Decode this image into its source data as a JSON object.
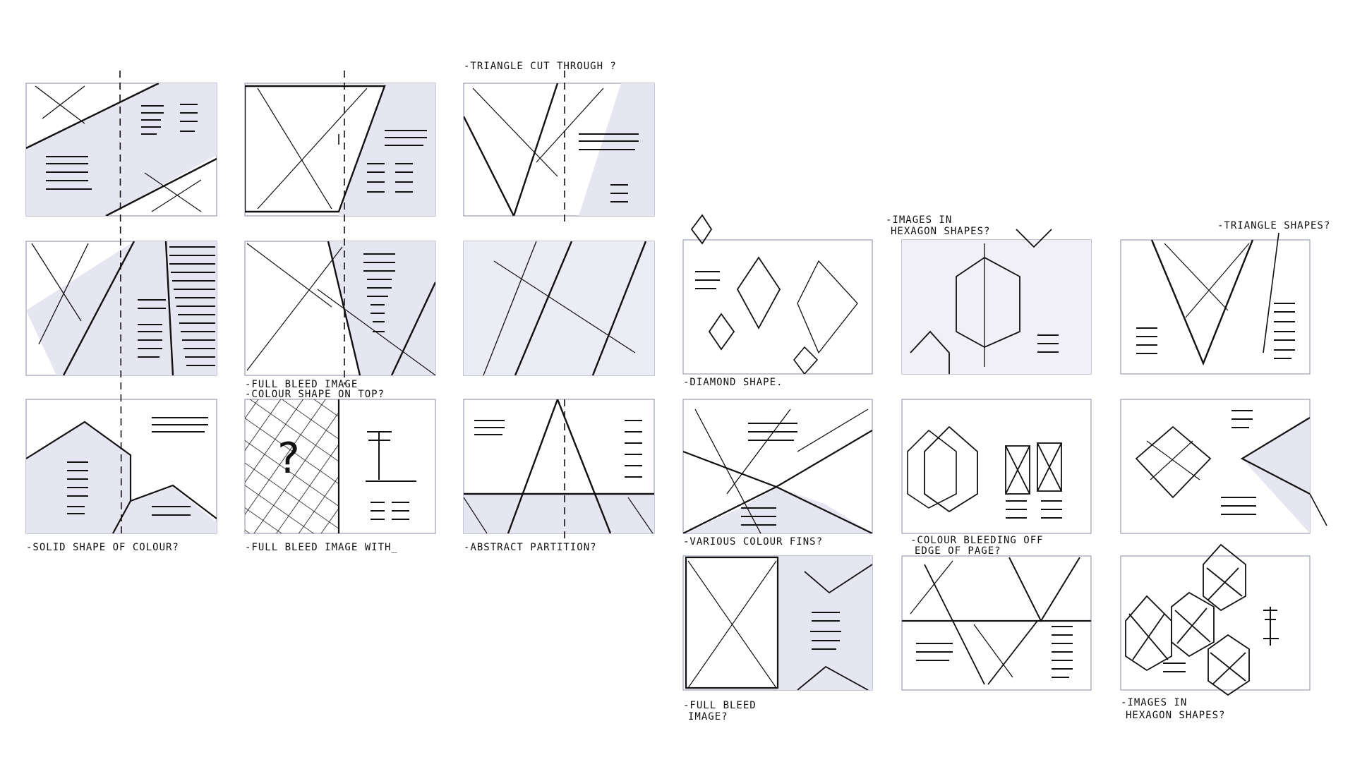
{
  "annotations": {
    "triangle_cut_through": "-TRIANGLE CUT THROUGH ?",
    "solid_shape": "-SOLID SHAPE OF COLOUR?",
    "full_bleed_colour_1": "-FULL BLEED IMAGE",
    "full_bleed_colour_2": "-COLOUR SHAPE ON TOP?",
    "full_bleed_with": "-FULL BLEED IMAGE WITH_",
    "abstract_partition": "-ABSTRACT PARTITION?",
    "images_in_hexagon_1": "-IMAGES IN",
    "images_in_hexagon_2": "HEXAGON SHAPES?",
    "triangle_shapes": "-TRIANGLE SHAPES?",
    "diamond_shape": "-DIAMOND SHAPE.",
    "various_colour_fins": "-VARIOUS COLOUR FINS?",
    "colour_bleeding_1": "-COLOUR BLEEDING OFF",
    "colour_bleeding_2": "EDGE OF PAGE?",
    "full_bleed_1": "-FULL BLEED",
    "full_bleed_2": "IMAGE?",
    "images_hex_bottom_1": "-IMAGES IN",
    "images_hex_bottom_2": "HEXAGON SHAPES?"
  },
  "colors": {
    "ink": "#111111",
    "frame": "#9aa0b3",
    "wash": "#e6e6f2"
  }
}
